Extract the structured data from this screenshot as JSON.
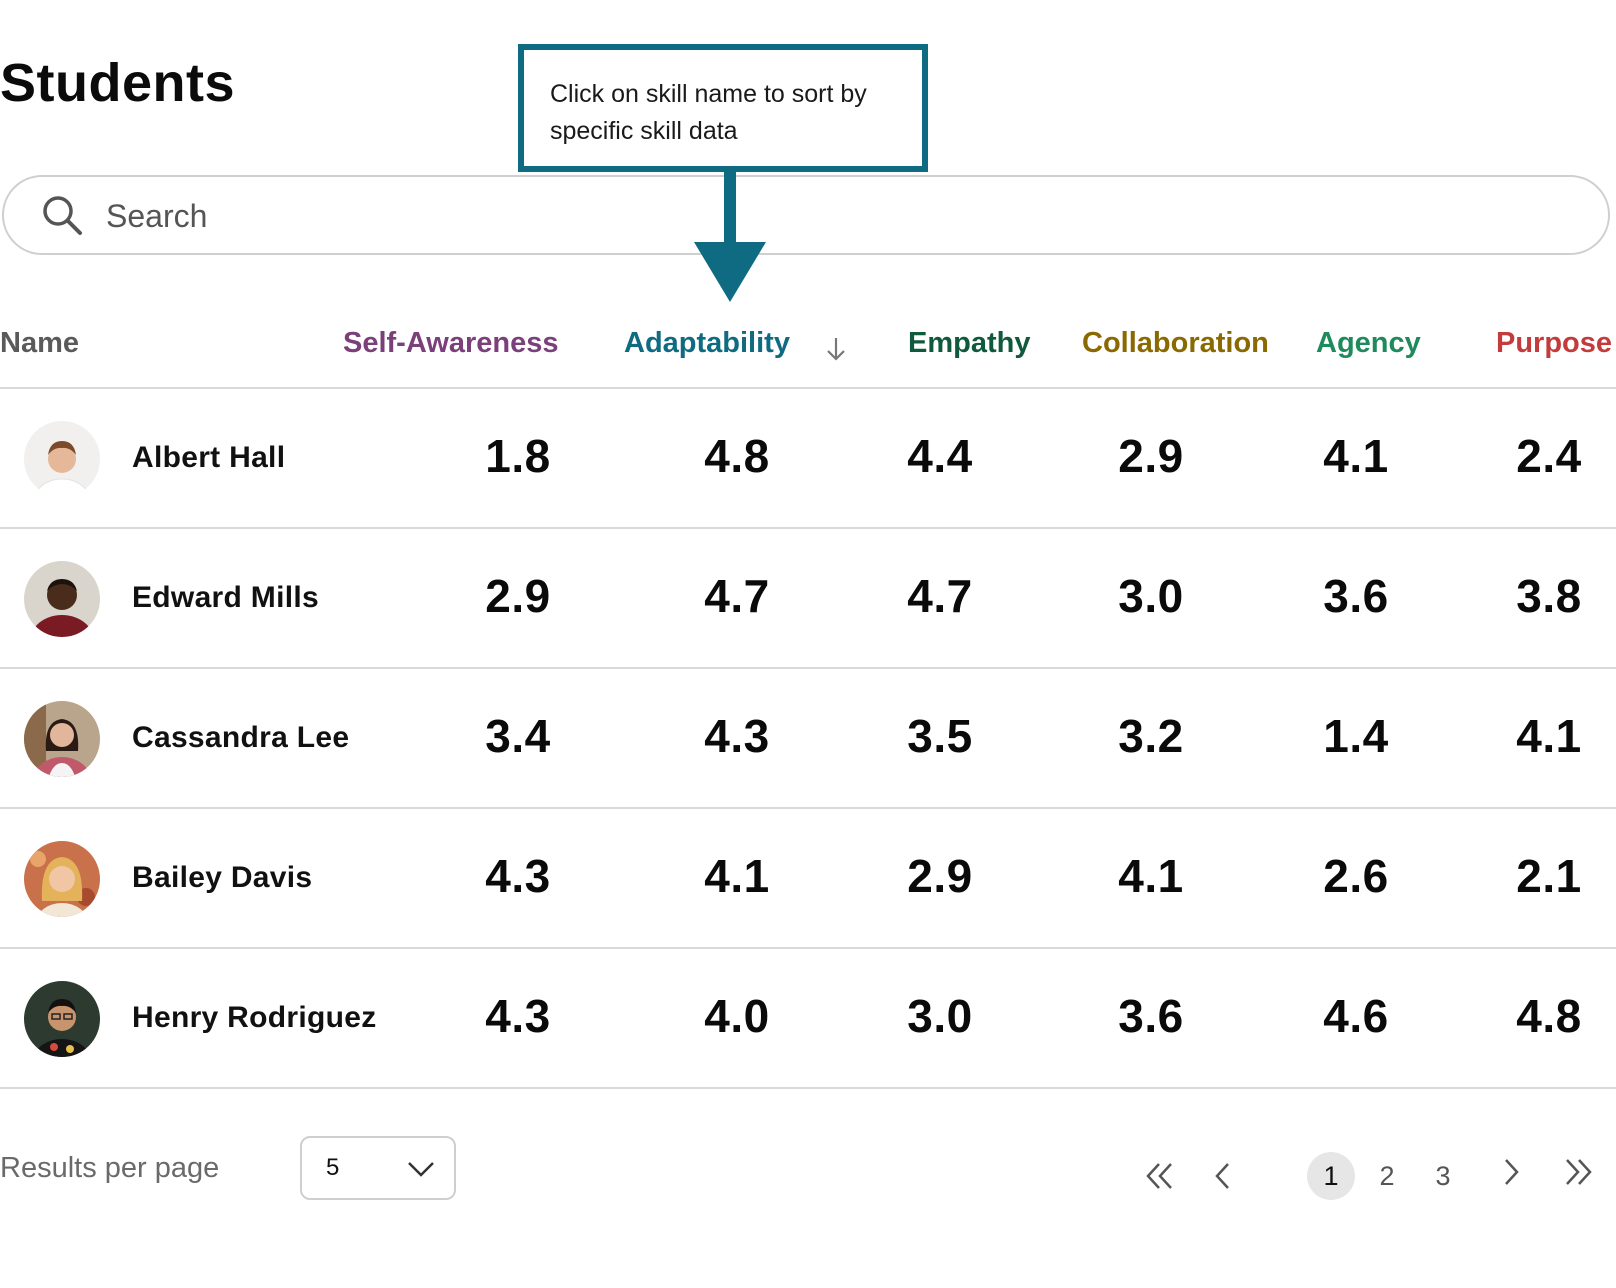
{
  "page": {
    "title": "Students"
  },
  "tooltip": {
    "text": "Click on skill name to sort by specific skill data"
  },
  "search": {
    "placeholder": "Search",
    "icon": "search-icon"
  },
  "table": {
    "headers": {
      "name": "Name",
      "skills": [
        {
          "label": "Self-Awareness",
          "color": "#7b3f7a"
        },
        {
          "label": "Adaptability",
          "color": "#0e6b82",
          "sorted": "descending"
        },
        {
          "label": "Empathy",
          "color": "#0f5a3c"
        },
        {
          "label": "Collaboration",
          "color": "#8a6a00"
        },
        {
          "label": "Agency",
          "color": "#1f8a5b"
        },
        {
          "label": "Purpose",
          "color": "#c33b3b"
        }
      ]
    },
    "rows": [
      {
        "name": "Albert Hall",
        "scores": [
          "1.8",
          "4.8",
          "4.4",
          "2.9",
          "4.1",
          "2.4"
        ]
      },
      {
        "name": "Edward Mills",
        "scores": [
          "2.9",
          "4.7",
          "4.7",
          "3.0",
          "3.6",
          "3.8"
        ]
      },
      {
        "name": "Cassandra Lee",
        "scores": [
          "3.4",
          "4.3",
          "3.5",
          "3.2",
          "1.4",
          "4.1"
        ]
      },
      {
        "name": "Bailey Davis",
        "scores": [
          "4.3",
          "4.1",
          "2.9",
          "4.1",
          "2.6",
          "2.1"
        ]
      },
      {
        "name": "Henry Rodriguez",
        "scores": [
          "4.3",
          "4.0",
          "3.0",
          "3.6",
          "4.6",
          "4.8"
        ]
      }
    ]
  },
  "pagination": {
    "results_label": "Results per page",
    "per_page": "5",
    "pages": [
      "1",
      "2",
      "3"
    ],
    "current_page": "1"
  }
}
